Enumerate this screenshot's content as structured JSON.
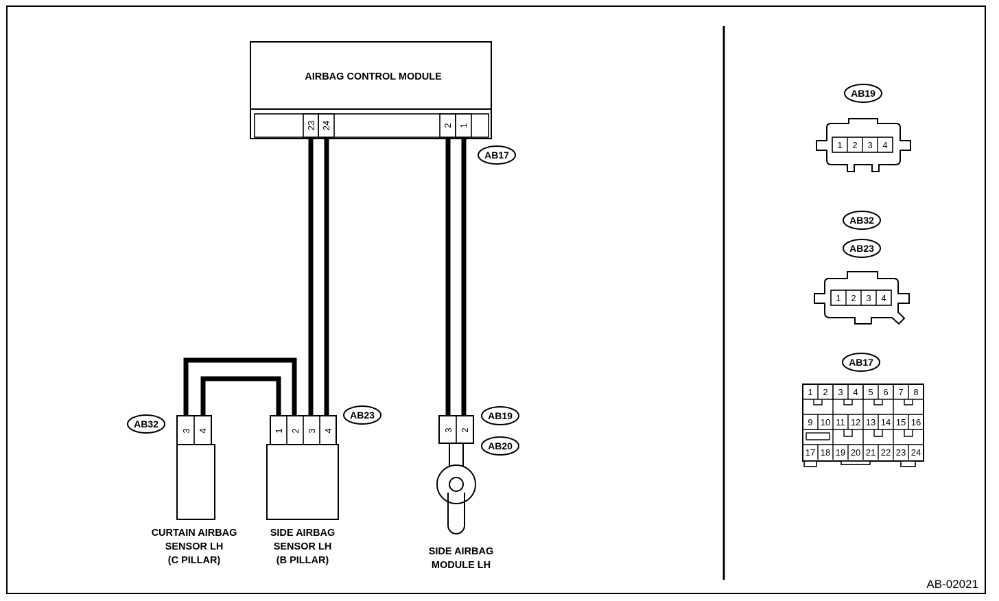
{
  "module": {
    "title": "AIRBAG CONTROL MODULE",
    "pins": [
      "23",
      "24",
      "2",
      "1"
    ]
  },
  "connectors": {
    "ab17": "AB17",
    "ab19": "AB19",
    "ab20": "AB20",
    "ab23": "AB23",
    "ab32": "AB32"
  },
  "curtain_sensor": {
    "pins": [
      "3",
      "4"
    ],
    "label_lines": [
      "CURTAIN AIRBAG",
      "SENSOR LH",
      "(C PILLAR)"
    ]
  },
  "side_sensor": {
    "pins": [
      "1",
      "2",
      "3",
      "4"
    ],
    "label_lines": [
      "SIDE AIRBAG",
      "SENSOR LH",
      "(B PILLAR)"
    ]
  },
  "side_module": {
    "pins": [
      "3",
      "2"
    ],
    "label_lines": [
      "SIDE AIRBAG",
      "MODULE LH"
    ]
  },
  "views": {
    "ab19": {
      "tag": "AB19",
      "pins": [
        "1",
        "2",
        "3",
        "4"
      ]
    },
    "ab32": {
      "tag": "AB32"
    },
    "ab23": {
      "tag": "AB23",
      "pins": [
        "1",
        "2",
        "3",
        "4"
      ]
    },
    "ab17": {
      "tag": "AB17",
      "row1": [
        "1",
        "2",
        "3",
        "4",
        "5",
        "6",
        "7",
        "8"
      ],
      "row2": [
        "9",
        "10",
        "11",
        "12",
        "13",
        "14",
        "15",
        "16"
      ],
      "row3": [
        "17",
        "18",
        "19",
        "20",
        "21",
        "22",
        "23",
        "24"
      ]
    }
  },
  "figure_code": "AB-02021"
}
